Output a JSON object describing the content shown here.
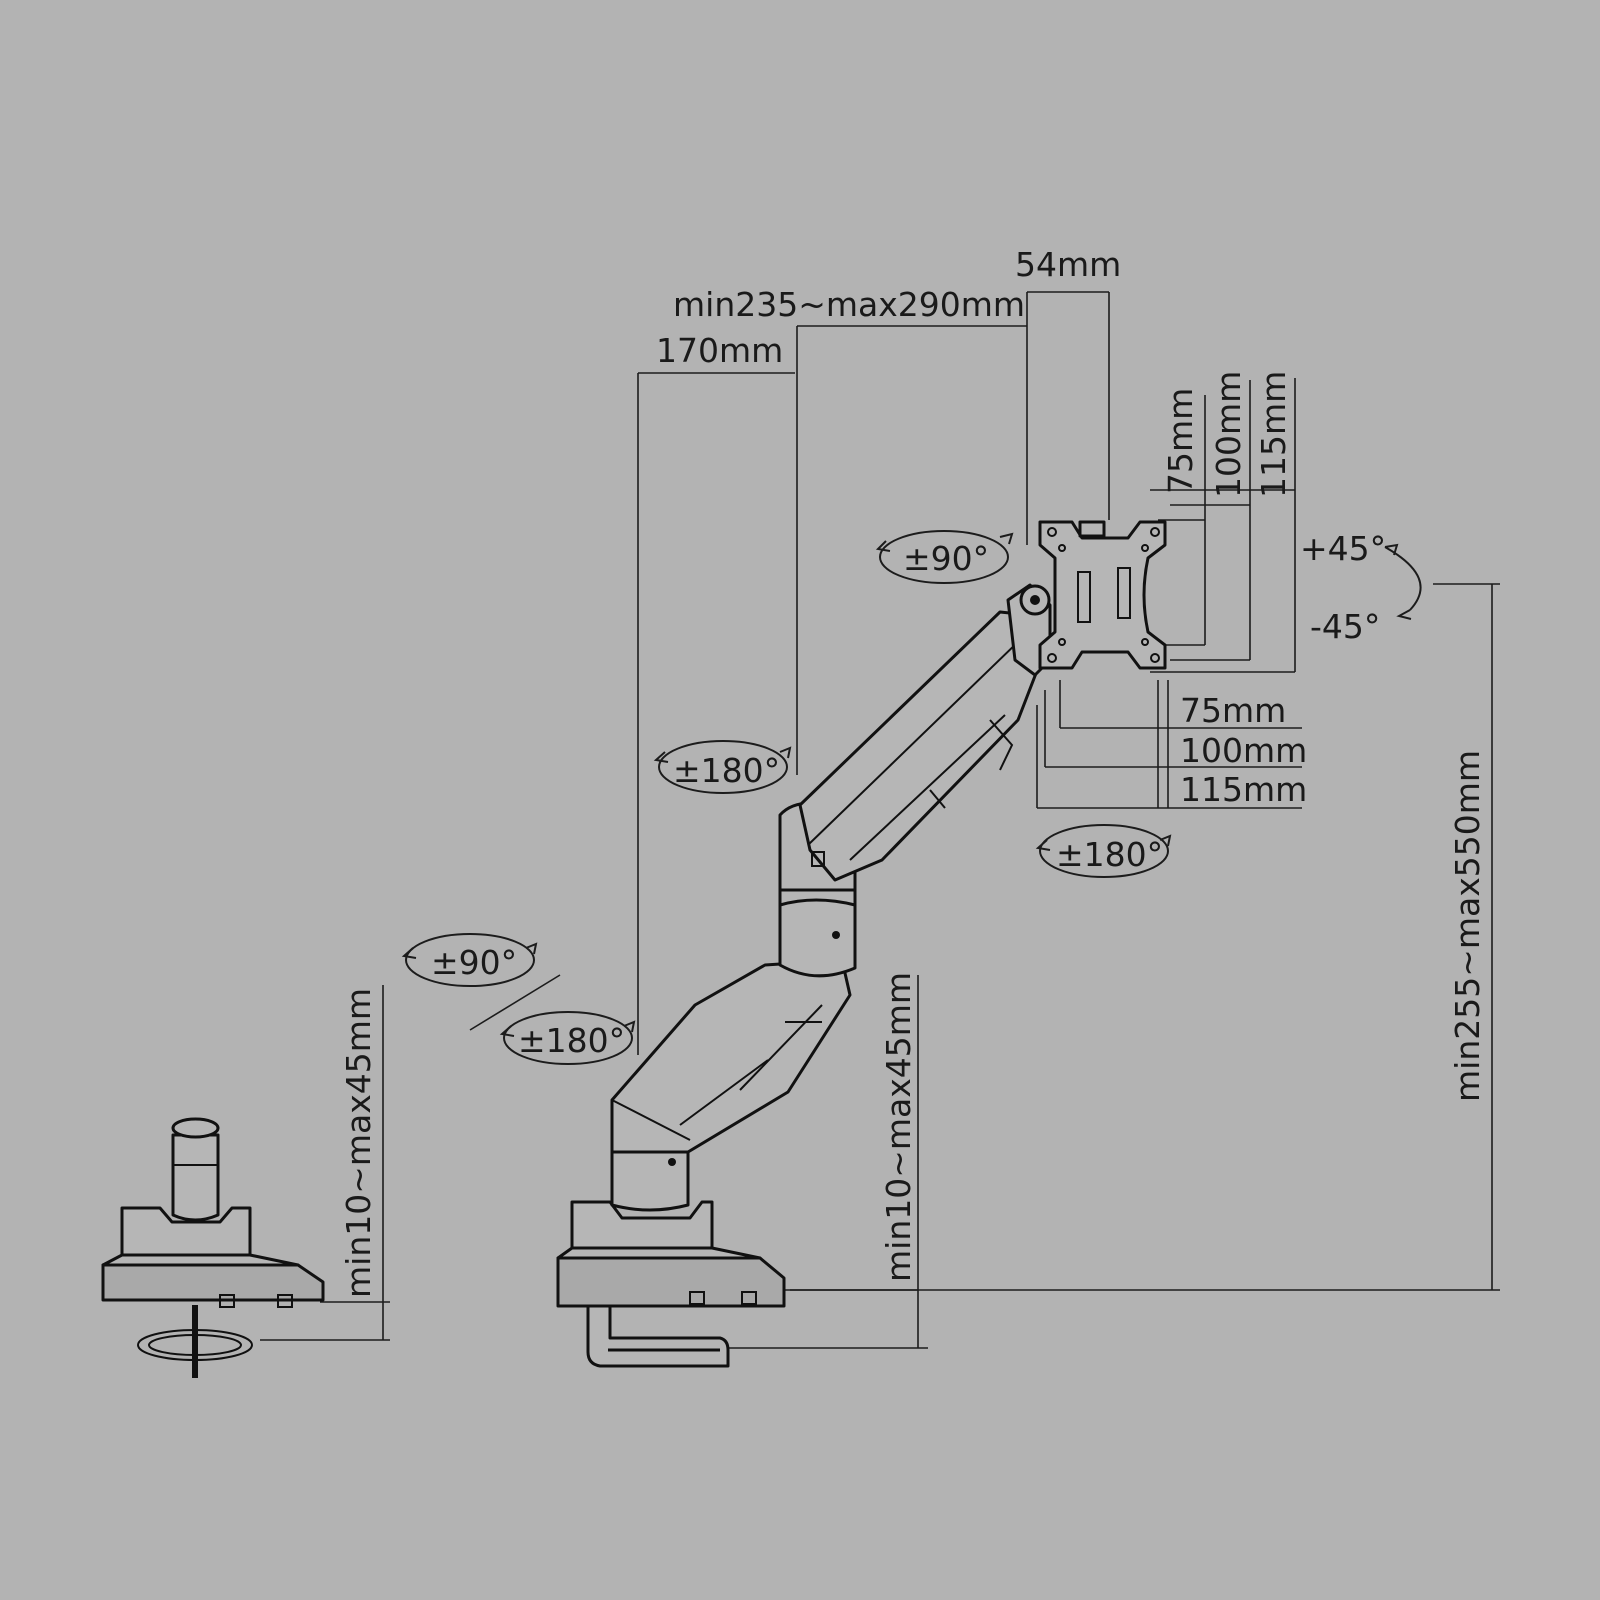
{
  "dimensions": {
    "vesa_offset": "54mm",
    "arm_reach": "min235~max290mm",
    "pole_reach": "170mm",
    "vesa_v_75": "75mm",
    "vesa_v_100": "100mm",
    "vesa_v_115": "115mm",
    "vesa_h_75": "75mm",
    "vesa_h_100": "100mm",
    "vesa_h_115": "115mm",
    "height_range": "min255~max550mm",
    "clamp_thickness": "min10~max45mm",
    "grommet_thickness": "min10~max45mm"
  },
  "rotations": {
    "head_swivel": "±90°",
    "tilt_up": "+45°",
    "tilt_down": "-45°",
    "elbow_swivel": "±180°",
    "screen_rotation": "±180°",
    "base_swivel_a": "±90°",
    "base_swivel_b": "±180°"
  }
}
